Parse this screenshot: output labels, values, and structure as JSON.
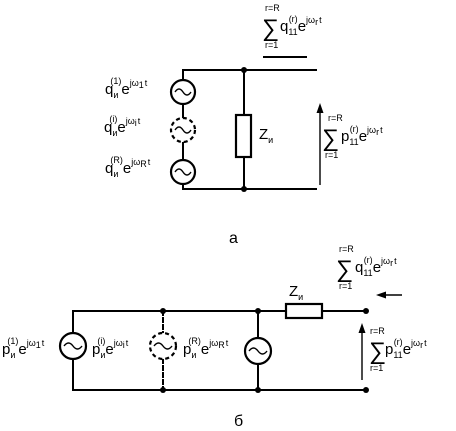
{
  "diagram_a": {
    "caption": "а",
    "sources": [
      {
        "base": "q",
        "sub": "и",
        "sup": "(1)",
        "exp_base": "e",
        "exp": "jω",
        "exp_sub": "1",
        "exp_t": "t"
      },
      {
        "base": "q",
        "sub": "и",
        "sup": "(i)",
        "exp_base": "e",
        "exp": "jω",
        "exp_sub": "i",
        "exp_t": "t"
      },
      {
        "base": "q",
        "sub": "и",
        "sup": "(R)",
        "exp_base": "e",
        "exp": "jω",
        "exp_sub": "R",
        "exp_t": "t"
      }
    ],
    "impedance": {
      "base": "Z",
      "sub": "и"
    },
    "current_sum": {
      "sigma": "∑",
      "upper": "r=R",
      "lower": "r=1",
      "base": "q",
      "sub": "11",
      "sup": "(r)",
      "exp_base": "e",
      "exp": "jω",
      "exp_sub": "r",
      "exp_t": "t"
    },
    "voltage_sum": {
      "sigma": "∑",
      "upper": "r=R",
      "lower": "r=1",
      "base": "p",
      "sub": "11",
      "sup": "(r)",
      "exp_base": "e",
      "exp": "jω",
      "exp_sub": "r",
      "exp_t": "t"
    }
  },
  "diagram_b": {
    "caption": "б",
    "sources": [
      {
        "base": "p",
        "sub": "и",
        "sup": "(1)",
        "exp_base": "e",
        "exp": "jω",
        "exp_sub": "1",
        "exp_t": "t"
      },
      {
        "base": "p",
        "sub": "и",
        "sup": "(i)",
        "exp_base": "e",
        "exp": "jω",
        "exp_sub": "i",
        "exp_t": "t"
      },
      {
        "base": "p",
        "sub": "и",
        "sup": "(R)",
        "exp_base": "e",
        "exp": "jω",
        "exp_sub": "R",
        "exp_t": "t"
      }
    ],
    "impedance": {
      "base": "Z",
      "sub": "и"
    },
    "current_sum": {
      "sigma": "∑",
      "upper": "r=R",
      "lower": "r=1",
      "base": "q",
      "sub": "11",
      "sup": "(r)",
      "exp_base": "e",
      "exp": "jω",
      "exp_sub": "r",
      "exp_t": "t"
    },
    "voltage_sum": {
      "sigma": "∑",
      "upper": "r=R",
      "lower": "r=1",
      "base": "p",
      "sub": "11",
      "sup": "(r)",
      "exp_base": "e",
      "exp": "jω",
      "exp_sub": "r",
      "exp_t": "t"
    }
  }
}
